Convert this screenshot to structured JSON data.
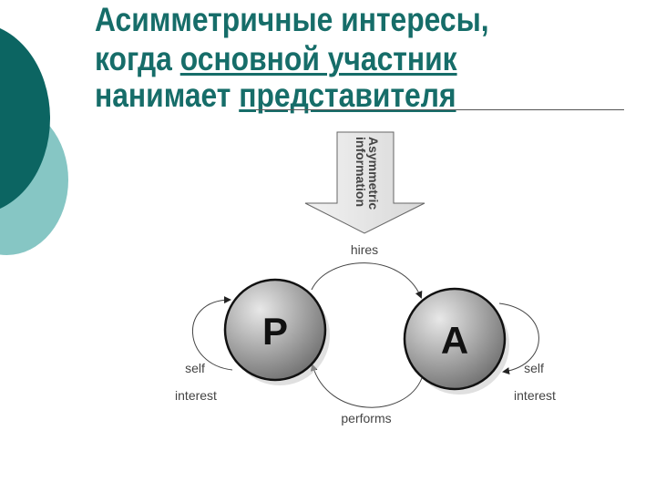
{
  "title": {
    "line1": "Асимметричные интересы,",
    "line2_prefix": "когда ",
    "line2_underlined": "основной участник",
    "line3_prefix": "нанимает ",
    "line3_underlined": "представителя"
  },
  "diagram": {
    "arrow_line1": "Asymmetric",
    "arrow_line2": "information",
    "principal": "P",
    "agent": "A",
    "hires": "hires",
    "performs": "performs",
    "left_self": "self",
    "left_interest": "interest",
    "right_self": "self",
    "right_interest": "interest"
  },
  "colors": {
    "teal_dark": "#0c6562",
    "teal_light": "#86c6c4",
    "title": "#166d69"
  }
}
